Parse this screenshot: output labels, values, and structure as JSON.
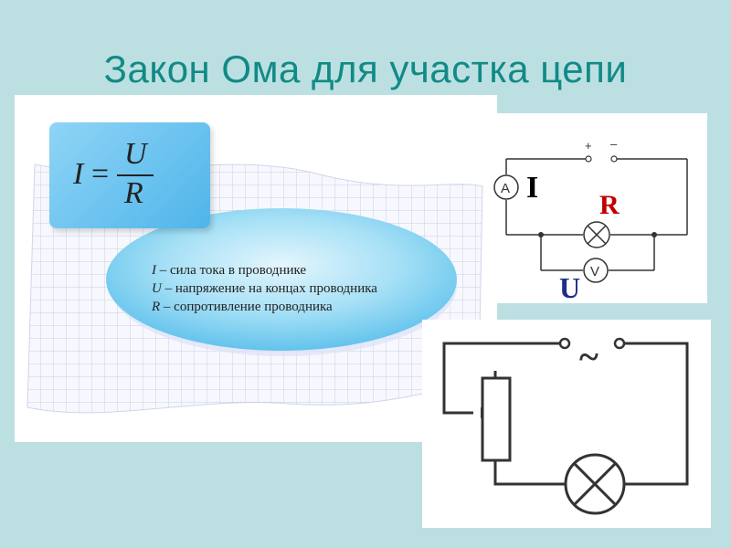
{
  "slide": {
    "title": "Закон Ома для участка цепи"
  },
  "formula": {
    "current": "I",
    "equals": "=",
    "voltage": "U",
    "resistance": "R"
  },
  "legend": [
    {
      "symbol": "I",
      "text": " – сила тока в проводнике"
    },
    {
      "symbol": "U",
      "text": " – напряжение на концах проводника"
    },
    {
      "symbol": "R",
      "text": " – сопротивление проводника"
    }
  ],
  "circuit1": {
    "plus": "+",
    "minus": "–",
    "ammeter": "A",
    "voltmeter": "V",
    "label_current": "I",
    "label_resistance": "R",
    "label_voltage": "U"
  },
  "circuit2": {
    "ac_symbol": "~"
  },
  "colors": {
    "background": "#bce0e2",
    "title": "#128a86",
    "label_black": "#000000",
    "label_red": "#c00000",
    "label_blue": "#1f2e8c"
  }
}
